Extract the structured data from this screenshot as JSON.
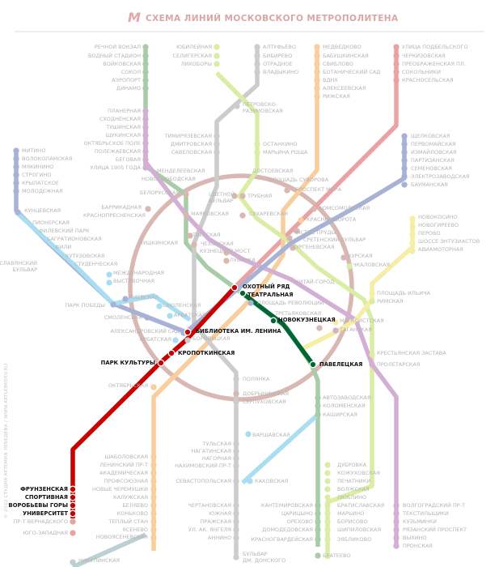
{
  "header": {
    "logo": "M",
    "title": "СХЕМА ЛИНИЙ МОСКОВСКОГО МЕТРОПОЛИТЕНА"
  },
  "credits": {
    "copyright": "© 2003 СТУДИЯ АРТЕМИЯ ЛЕБЕДЕВА  /  WWW.ARTLEBEDEV.RU"
  },
  "colors": {
    "red": "#eaa3a3",
    "active_red": "#c80000",
    "green": "#a8cca8",
    "active_green": "#006633",
    "blue": "#a7b2d6",
    "cyan": "#a9def2",
    "ring": "#d9b7b2",
    "orange": "#f9cd9c",
    "purple": "#d3afd5",
    "yellow": "#f5eea4",
    "gray": "#cccccc",
    "lime": "#d9eea4",
    "lightblue": "#bccfd3"
  },
  "highlighted_stations": [
    "ОХОТНЫЙ РЯД",
    "ТЕАТРАЛЬНАЯ",
    "НОВОКУЗНЕЦКАЯ",
    "ПАВЕЛЕЦКАЯ",
    "БИБЛИОТЕКА ИМ. ЛЕНИНА",
    "КРОПОТКИНСКАЯ",
    "ПАРК КУЛЬТУРЫ",
    "ФРУНЗЕНСКАЯ",
    "СПОРТИВНАЯ",
    "ВОРОБЬЕВЫ ГОРЫ",
    "УНИВЕРСИТЕТ"
  ],
  "stations": {
    "rechnoy_vokzal": "РЕЧНОЙ ВОКЗАЛ",
    "vodny_stadion": "ВОДНЫЙ СТАДИОН",
    "voykovskaya": "ВОЙКОВСКАЯ",
    "sokol": "СОКОЛ",
    "aeroport": "АЭРОПОРТ",
    "dinamo": "ДИНАМО",
    "yubileynaya": "ЮБИЛЕЙНАЯ",
    "seligerskaya": "СЕЛИГЕРСКАЯ",
    "likhobory": "ЛИХОБОРЫ",
    "altufyevo": "АЛТУФЬЕВО",
    "bibirevo": "БИБИРЕВО",
    "otradnoe": "ОТРАДНОЕ",
    "vladykino": "ВЛАДЫКИНО",
    "medvedkovo": "МЕДВЕДКОВО",
    "babushkinskaya": "БАБУШКИНСКАЯ",
    "sviblovo": "СВИБЛОВО",
    "botanichesky_sad": "БОТАНИЧЕСКИЙ САД",
    "vdnkh": "ВДНХ",
    "alekseevskaya": "АЛЕКСЕЕВСКАЯ",
    "rizhskaya": "РИЖСКАЯ",
    "ulitsa_podbelskogo": "УЛИЦА ПОДБЕЛЬСКОГО",
    "cherkizovskaya": "ЧЕРКИЗОВСКАЯ",
    "preobrazhenskaya": "ПРЕОБРАЖЕНСКАЯ ПЛ.",
    "sokolniki": "СОКОЛЬНИКИ",
    "krasnoselskaya": "КРАСНОСЕЛЬСКАЯ",
    "petrovsko_1": "ПЕТРОВСКО-",
    "petrovsko_2": "РАЗУМОВСКАЯ",
    "planernaya": "ПЛАНЕРНАЯ",
    "skhodnenskaya": "СХОДНЕНСКАЯ",
    "tushinskaya": "ТУШИНСКАЯ",
    "shchukinskaya": "ЩУКИНСКАЯ",
    "oktyabrskoe_pole": "ОКТЯБРЬСКОЕ ПОЛЕ",
    "polezhaevskaya": "ПОЛЕЖАЕВСКАЯ",
    "begovaya": "БЕГОВАЯ",
    "ulitsa_1905": "УЛИЦА 1905 ГОДА",
    "timiryazevskaya": "ТИМИРЯЗЕВСКАЯ",
    "dmitrovskaya": "ДМИТРОВСКАЯ",
    "savelovskaya": "САВЕЛОВСКАЯ",
    "ostankino": "ОСТАНКИНО",
    "maryina_roshcha": "МАРЬИНА РОЩА",
    "mitino": "МИТИНО",
    "volokolamskaya": "ВОЛОКОЛАМСКАЯ",
    "myakinino": "МЯКИНИНО",
    "strogino": "СТРОГИНО",
    "krylatskoe": "КРЫЛАТСКОЕ",
    "molodezhnaya": "МОЛОДЕЖНАЯ",
    "mendeleevskaya": "МЕНДЕЛЕЕВСКАЯ",
    "novoslobodskaya": "НОВОСЛОБОДСКАЯ",
    "dostoevskaya": "ДОСТОЕВСКАЯ",
    "ploshchad_suvorova": "ПЛОЩАДЬ СУВОРОВА",
    "prospekt_mira": "ПРОСПЕКТ МИРА",
    "shchelkovskaya": "ЩЕЛКОВСКАЯ",
    "pervomayskaya": "ПЕРВОМАЙСКАЯ",
    "izmaylovskaya": "ИЗМАЙЛОВСКАЯ",
    "partizanskaya": "ПАРТИЗАНСКАЯ",
    "semenovskaya": "СЕМЕНОВСКАЯ",
    "elektrozavodskaya": "ЭЛЕКТРОЗАВОДСКАЯ",
    "baumanskaya": "БАУМАНСКАЯ",
    "belorusskaya": "БЕЛОРУССКАЯ",
    "tsvetnoy_1": "ЦВЕТНОЙ",
    "tsvetnoy_2": "БУЛЬВАР",
    "trubnaya": "ТРУБНАЯ",
    "kuntsevskaya": "КУНЦЕВСКАЯ",
    "barrikadnaya": "БАРРИКАДНАЯ",
    "krasnopresnenskaya": "КРАСНОПРЕСНЕНСКАЯ",
    "mayakovskaya": "МАЯКОВСКАЯ",
    "sukharevskaya": "СУХАРЕВСКАЯ",
    "komsomolskaya": "КОМСОМОЛЬСКАЯ",
    "krasnye_vorota": "КРАСНЫЕ ВОРОТА",
    "pionerskaya": "ПИОНЕРСКАЯ",
    "filevsky_park": "ФИЛЕВСКИЙ ПАРК",
    "bagrationovskaya": "БАГРАТИОНОВСКАЯ",
    "fili": "ФИЛИ",
    "kutuzovskaya": "КУТУЗОВСКАЯ",
    "studencheskaya": "СТУДЕНЧЕСКАЯ",
    "pushkinskaya": "ПУШКИНСКАЯ",
    "tverskaya": "ТВЕРСКАЯ",
    "chekhovskaya": "ЧЕХОВСКАЯ",
    "chistye_prudy": "ЧИСТЫЕ ПРУДЫ",
    "sretensky": "СРЕТЕНСКИЙ БУЛЬВАР",
    "turgenevskaya": "ТУРГЕНЕВСКАЯ",
    "kuznetsky_most": "КУЗНЕЦКИЙ МОСТ",
    "lubyanka": "ЛУБЯНКА",
    "kurskaya": "КУРСКАЯ",
    "chkalovskaya": "ЧКАЛОВСКАЯ",
    "novokosino": "НОВОКОСИНО",
    "novogireevo": "НОВОГИРЕЕВО",
    "perovo": "ПЕРОВО",
    "shosse": "ШОССЕ ЭНТУЗИАСТОВ",
    "aviamotornaya": "АВИАМОТОРНАЯ",
    "slavyansky_1": "СЛАВЯНСКИЙ",
    "slavyansky_2": "БУЛЬВАР",
    "mezhdunarodnaya": "МЕЖДУНАРОДНАЯ",
    "vystavochnaya": "ВЫСТАВОЧНАЯ",
    "okhotny_ryad": "ОХОТНЫЙ РЯД",
    "teatralnaya": "ТЕАТРАЛЬНАЯ",
    "ploshchad_revolyutsii": "ПЛОЩАДЬ РЕВОЛЮЦИИ",
    "kitay_gorod": "КИТАЙ-ГОРОД",
    "park_pobedy": "ПАРК ПОБЕДЫ",
    "kievskaya": "КИЕВСКАЯ",
    "smolenskaya": "СМОЛЕНСКАЯ",
    "arbatskaya": "АРБАТСКАЯ",
    "ploshchad_ilicha": "ПЛОЩАДЬ ИЛЬИЧА",
    "rimskaya": "РИМСКАЯ",
    "smolenskaya2": "СМОЛЕНСКАЯ",
    "tretyakovskaya": "ТРЕТЬЯКОВСКАЯ",
    "novokuznetskaya": "НОВОКУЗНЕЦКАЯ",
    "marksistskaya": "МАРКСИСТСКАЯ",
    "taganskaya": "ТАГАНСКАЯ",
    "aleksandrovsky_sad": "АЛЕКСАНДРОВСКИЙ САД",
    "biblioteka": "БИБЛИОТЕКА ИМ. ЛЕНИНА",
    "borovitskaya": "БОРОВИЦКАЯ",
    "arbatskaya2": "АРБАТСКАЯ",
    "kropotkinskaya": "КРОПОТКИНСКАЯ",
    "park_kultury": "ПАРК КУЛЬТУРЫ",
    "paveletskaya": "ПАВЕЛЕЦКАЯ",
    "krestyanskaya": "КРЕСТЬЯНСКАЯ ЗАСТАВА",
    "proletarskaya": "ПРОЛЕТАРСКАЯ",
    "oktyabrskaya": "ОКТЯБРЬСКАЯ",
    "polyanka": "ПОЛЯНКА",
    "dobryninskaya": "ДОБРЫНИНСКАЯ",
    "serpukhovskaya": "СЕРПУХОВСКАЯ",
    "avtozavodskaya": "АВТОЗАВОДСКАЯ",
    "kolomenskaya": "КОЛОМЕНСКАЯ",
    "kashirskaya": "КАШИРСКАЯ",
    "varshavskaya": "ВАРШАВСКАЯ",
    "tulskaya": "ТУЛЬСКАЯ",
    "nagatinskaya": "НАГАТИНСКАЯ",
    "nagornaya": "НАГОРНАЯ",
    "nakhimovsky": "НАХИМОВСКИЙ ПР-Т",
    "sevastopolskaya": "СЕВАСТОПОЛЬСКАЯ",
    "kakhovskaya": "КАХОВСКАЯ",
    "shabolovskaya": "ШАБОЛОВСКАЯ",
    "leninsky": "ЛЕНИНСКИЙ ПР-Т",
    "akademicheskaya": "АКАДЕМИЧЕСКАЯ",
    "profsoyuznaya": "ПРОФСОЮЗНАЯ",
    "novye_cheremushki": "НОВЫЕ ЧЕРЕМУШКИ",
    "kaluzhskaya": "КАЛУЖСКАЯ",
    "belyaevo": "БЕЛЯЕВО",
    "konkovo": "КОНЬКОВО",
    "tepliy_stan": "ТЕПЛЫЙ СТАН",
    "yasenevo": "ЯСЕНЕВО",
    "novoyasenevskaya": "НОВОЯСЕНЕВСКАЯ",
    "dubrovka": "ДУБРОВКА",
    "kozhukhovskaya": "КОЖУХОВСКАЯ",
    "pechatniki": "ПЕЧАТНИКИ",
    "volzhskaya": "ВОЛЖСКАЯ",
    "lyublino": "ЛЮБЛИНО",
    "bratislavskaya": "БРАТИСЛАВСКАЯ",
    "maryino": "МАРЬИНО",
    "borisovo": "БОРИСОВО",
    "shipilovskaya": "ШИПИЛОВСКАЯ",
    "zyablikovo": "ЗЯБЛИКОВО",
    "volgogradsky": "ВОЛГОГРАДСКИЙ ПР-Т",
    "tekstilshchiki": "ТЕКСТИЛЬЩИКИ",
    "kuzminki": "КУЗЬМИНКИ",
    "ryazansky": "РЯЗАНСКИЙ ПРОСПЕКТ",
    "vykhino": "ВЫХИНО",
    "pronskaya": "ПРОНСКАЯ",
    "frunzenskaya": "ФРУНЗЕНСКАЯ",
    "sportivnaya": "СПОРТИВНАЯ",
    "vorobyovy_gory": "ВОРОБЬЕВЫ ГОРЫ",
    "universitet": "УНИВЕРСИТЕТ",
    "pr_vernadskogo": "ПР-Т ВЕРНАДСКОГО",
    "yugo_zapadnaya": "ЮГО-ЗАПАДНАЯ",
    "kantemirovskaya": "КАНТЕМИРОВСКАЯ",
    "tsaritsyno": "ЦАРИЦЫНО",
    "orekhovo": "ОРЕХОВО",
    "domodedovskaya": "ДОМОДЕДОВСКАЯ",
    "krasnogvardeyskaya": "КРАСНОГВАРДЕЙСКАЯ",
    "bratеevo": "БРАТЕЕВО",
    "chertanovskaya": "ЧЕРТАНОВСКАЯ",
    "yuzhnaya": "ЮЖНАЯ",
    "prazhskaya": "ПРАЖСКАЯ",
    "yangelya": "УЛ. АК. ЯНГЕЛЯ",
    "annino": "АННИНО",
    "bulvar_dd_1": "БУЛЬВАР",
    "bulvar_dd_2": "ДМ. ДОНСКОГО",
    "nikulinskaya": "НИКУЛИНСКАЯ"
  }
}
